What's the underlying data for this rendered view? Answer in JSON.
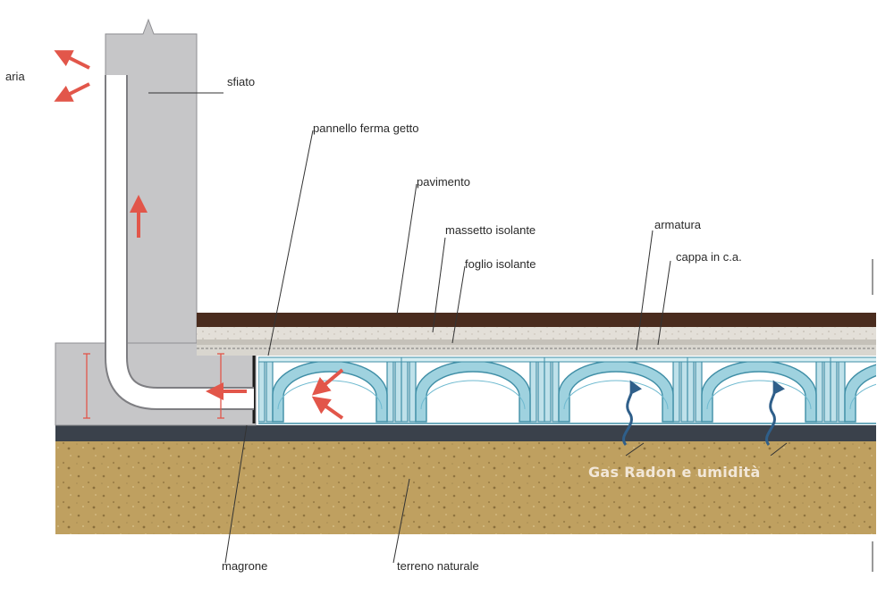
{
  "labels": {
    "aria": "aria",
    "sfiato": "sfiato",
    "pannello_ferma_getto": "pannello ferma getto",
    "pavimento": "pavimento",
    "massetto_isolante": "massetto isolante",
    "foglio_isolante": "foglio isolante",
    "armatura": "armatura",
    "cappa": "cappa in c.a.",
    "magrone": "magrone",
    "terreno_naturale": "terreno naturale",
    "gas_radon": "Gas Radon e umidità"
  },
  "colors": {
    "arrow": "#e2564a",
    "soil": "#bfa060",
    "magrone": "#3a414b",
    "pavimento": "#4a2c1e",
    "wall": "#c6c6c8",
    "igloo": "#5bb0c8",
    "radon_arrow": "#2f5f8a"
  },
  "icons": [
    "air-arrow-icon",
    "flow-arrow-icon",
    "radon-wave-arrow-icon"
  ]
}
